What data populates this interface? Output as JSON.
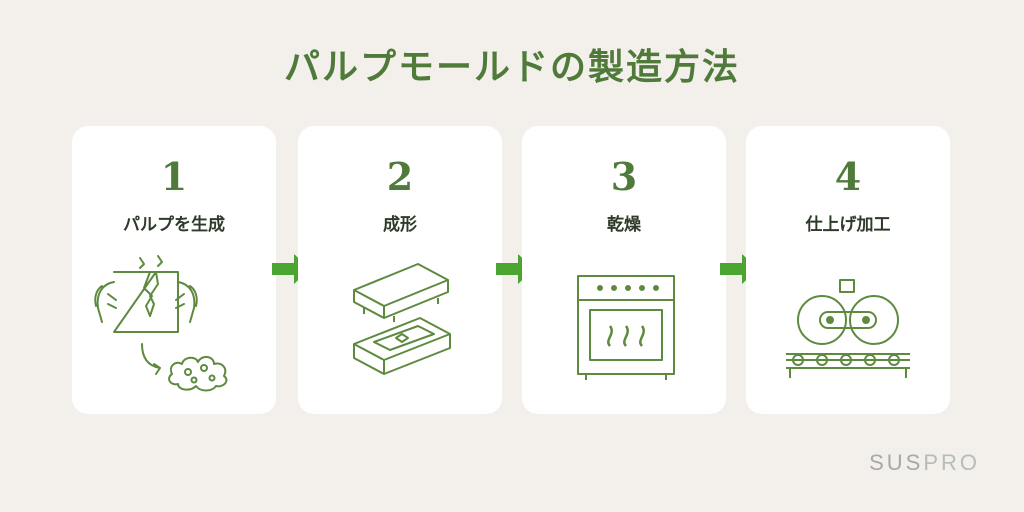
{
  "title": "パルプモールドの製造方法",
  "colors": {
    "green": "#4f7a3a",
    "line": "#5e8a3f",
    "arrow": "#4aa532",
    "bg": "#f3efeb"
  },
  "steps": [
    {
      "number": "1",
      "label": "パルプを生成",
      "icon": "hands-tearing-paper-icon"
    },
    {
      "number": "2",
      "label": "成形",
      "icon": "mold-press-icon"
    },
    {
      "number": "3",
      "label": "乾燥",
      "icon": "oven-icon"
    },
    {
      "number": "4",
      "label": "仕上げ加工",
      "icon": "roller-conveyor-icon"
    }
  ],
  "brand": {
    "part1": "SUS",
    "part2": "PRO"
  }
}
